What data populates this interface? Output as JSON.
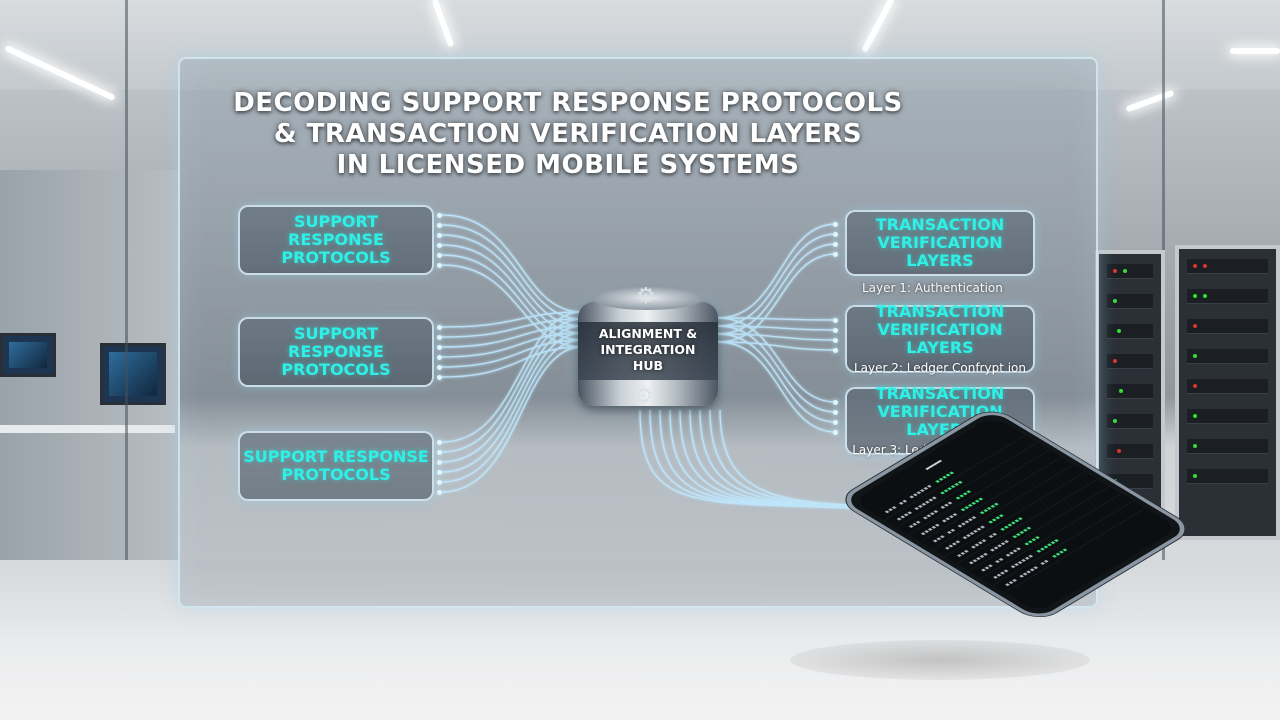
{
  "title_lines": [
    "DECODING SUPPORT RESPONSE PROTOCOLS",
    "& TRANSACTION VERIFICATION LAYERS",
    "IN LICENSED MOBILE SYSTEMS"
  ],
  "left_cards": [
    {
      "lines": [
        "SUPPORT",
        "RESPONSE",
        "PROTOCOLS"
      ]
    },
    {
      "lines": [
        "SUPPORT",
        "RESPONSE",
        "PROTOCOLS"
      ]
    },
    {
      "lines": [
        "SUPPORT RESPONSE",
        "PROTOCOLS"
      ]
    }
  ],
  "hub": {
    "lines": [
      "ALIGNMENT &",
      "INTEGRATION",
      "HUB"
    ]
  },
  "right_cards": [
    {
      "lines": [
        "TRANSACTION",
        "VERIFICATION LAYERS"
      ],
      "sub": ""
    },
    {
      "lines": [
        "TRANSACTION",
        "VERIFICATION LAYERS"
      ],
      "sub": "Layer 2: Ledger Confrypt ion"
    },
    {
      "lines": [
        "TRANSACTION",
        "VERIFICATION LAYERS"
      ],
      "sub": "Layer 3: Ledger Confirmation"
    }
  ],
  "layer1_note": "Layer 1: Authentication",
  "colors": {
    "accent_cyan": "#2ff0e6",
    "log_green": "#3ee07a",
    "panel_border": "#dcebf5"
  },
  "icons": [
    "gear-icon"
  ]
}
